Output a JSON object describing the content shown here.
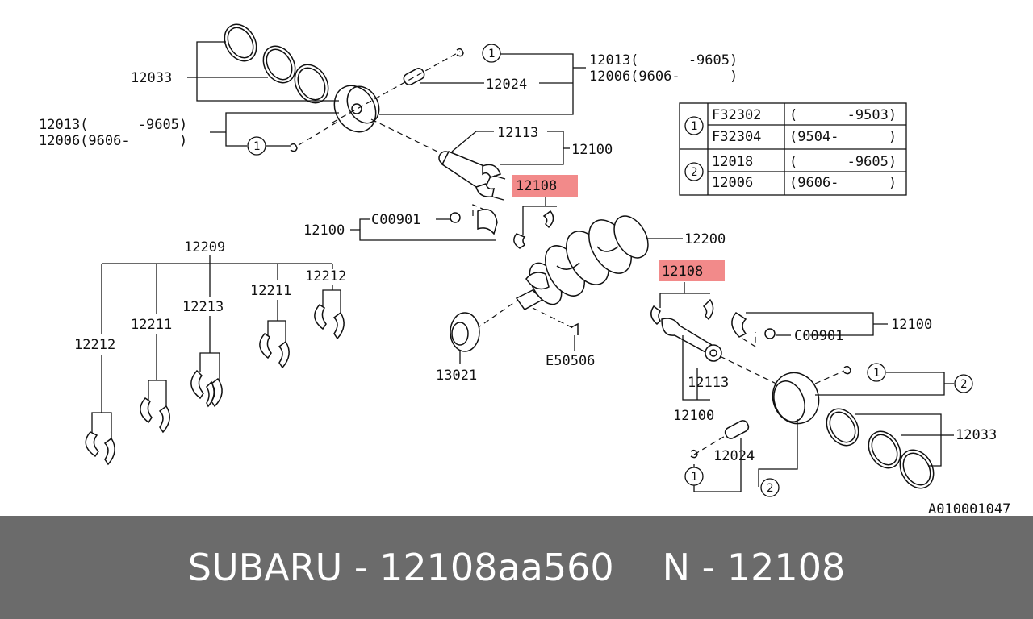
{
  "diagram_id": "A010001047",
  "footer": {
    "part_text": "SUBARU - 12108aa560",
    "ref_text": "N - 12108"
  },
  "highlight_color": "#f28a8a",
  "callouts": {
    "c12033_top": "12033",
    "c12024_top": "12024",
    "c12013_top": "12013(      -9605)",
    "c12006_top": "12006(9606-      )",
    "c12013_left": "12013(      -9605)",
    "c12006_left": "12006(9606-      )",
    "c12113_top": "12113",
    "c12100_top": "12100",
    "c12108_top": "12108",
    "c12100_left": "12100",
    "c00901_left": "C00901",
    "c12200": "12200",
    "c12209": "12209",
    "c12212_a": "12212",
    "c12211_a": "12211",
    "c12213": "12213",
    "c12211_b": "12211",
    "c12212_b": "12212",
    "c13021": "13021",
    "e50506": "E50506",
    "c12108_bottom": "12108",
    "c12100_right": "12100",
    "c00901_right": "C00901",
    "c12113_bottom": "12113",
    "c12100_bottom": "12100",
    "c12033_bottom": "12033",
    "c12024_bottom": "12024"
  },
  "markers": {
    "one": "1",
    "two": "2"
  },
  "table": {
    "rows": [
      {
        "marker": "1",
        "part": "F32302",
        "range": "(      -9503)"
      },
      {
        "marker": "",
        "part": "F32304",
        "range": "(9504-      )"
      },
      {
        "marker": "2",
        "part": "12018",
        "range": "(      -9605)"
      },
      {
        "marker": "",
        "part": "12006",
        "range": "(9606-      )"
      }
    ]
  }
}
